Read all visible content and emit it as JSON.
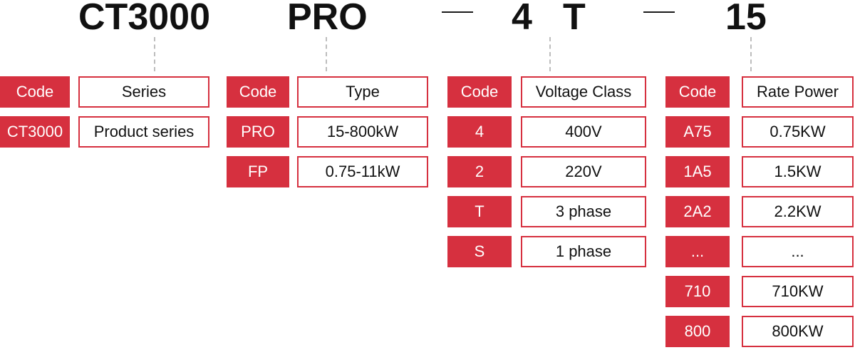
{
  "model": {
    "series": "CT3000",
    "type": "PRO",
    "voltage": "4",
    "phase": "T",
    "power": "15"
  },
  "colors": {
    "accent": "#d6303f",
    "text": "#111111"
  },
  "groups": [
    {
      "code_header": "Code",
      "desc_header": "Series",
      "rows": [
        {
          "code": "CT3000",
          "desc": "Product series"
        }
      ]
    },
    {
      "code_header": "Code",
      "desc_header": "Type",
      "rows": [
        {
          "code": "PRO",
          "desc": "15-800kW"
        },
        {
          "code": "FP",
          "desc": "0.75-11kW"
        }
      ]
    },
    {
      "code_header": "Code",
      "desc_header": "Voltage Class",
      "rows": [
        {
          "code": "4",
          "desc": "400V"
        },
        {
          "code": "2",
          "desc": "220V"
        },
        {
          "code": "T",
          "desc": "3 phase"
        },
        {
          "code": "S",
          "desc": "1 phase"
        }
      ]
    },
    {
      "code_header": "Code",
      "desc_header": "Rate Power",
      "rows": [
        {
          "code": "A75",
          "desc": "0.75KW"
        },
        {
          "code": "1A5",
          "desc": "1.5KW"
        },
        {
          "code": "2A2",
          "desc": "2.2KW"
        },
        {
          "code": "...",
          "desc": "..."
        },
        {
          "code": "710",
          "desc": "710KW"
        },
        {
          "code": "800",
          "desc": "800KW"
        }
      ]
    }
  ]
}
